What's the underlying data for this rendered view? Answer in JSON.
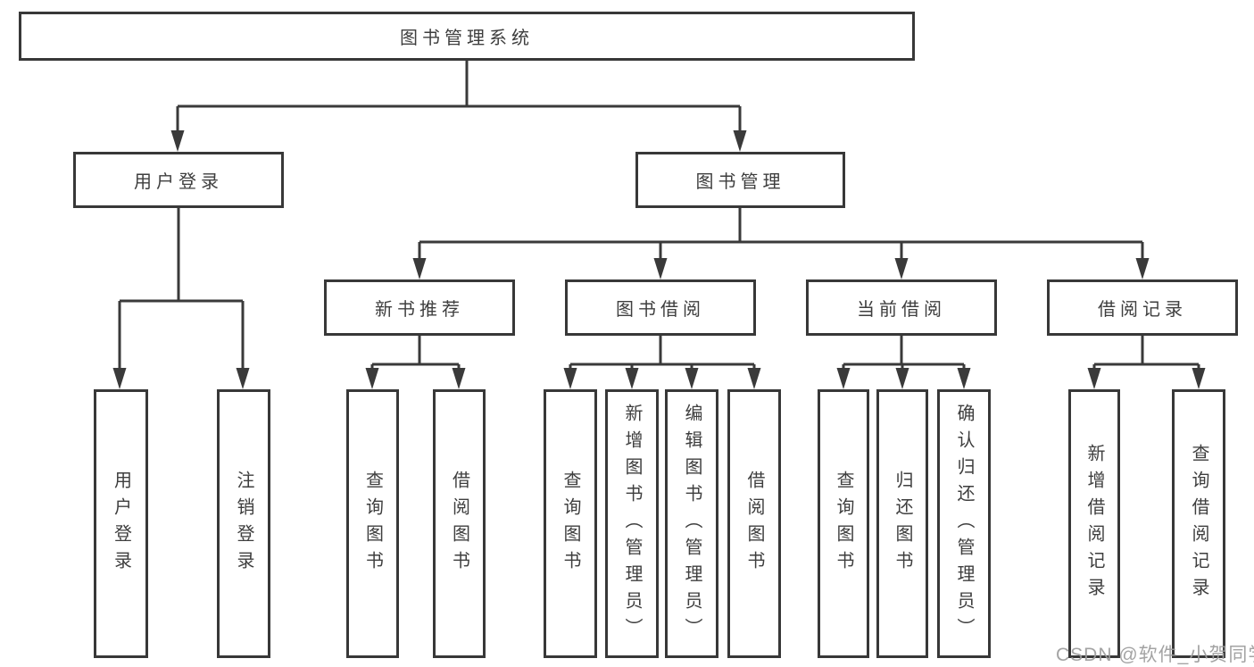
{
  "diagram": {
    "title": "图书管理系统",
    "colors": {
      "line": "#3a3a3a",
      "box_border": "#383838",
      "text": "#3e3e3e",
      "background": "#ffffff",
      "watermark": "#9c9c9c"
    },
    "watermark": {
      "text": "CSDN @软件_小贺同学"
    },
    "nodes": {
      "root": {
        "label": "图书管理系统"
      },
      "user_login": {
        "label": "用户登录"
      },
      "book_manage": {
        "label": "图书管理"
      },
      "new_book_rec": {
        "label": "新书推荐"
      },
      "book_borrow": {
        "label": "图书借阅"
      },
      "current_borrow": {
        "label": "当前借阅"
      },
      "borrow_records": {
        "label": "借阅记录"
      },
      "leaf_login": {
        "label": "用户登录"
      },
      "leaf_logout": {
        "label": "注销登录"
      },
      "leaf_rec_query": {
        "label": "查询图书"
      },
      "leaf_rec_borrow": {
        "label": "借阅图书"
      },
      "leaf_bb_query": {
        "label": "查询图书"
      },
      "leaf_bb_add": {
        "label": "新增图书（管理员）"
      },
      "leaf_bb_edit": {
        "label": "编辑图书（管理员）"
      },
      "leaf_bb_borrow": {
        "label": "借阅图书"
      },
      "leaf_cb_query": {
        "label": "查询图书"
      },
      "leaf_cb_return": {
        "label": "归还图书"
      },
      "leaf_cb_confirm": {
        "label": "确认归还（管理员）"
      },
      "leaf_br_add": {
        "label": "新增借阅记录"
      },
      "leaf_br_query": {
        "label": "查询借阅记录"
      }
    },
    "tree": {
      "root": {
        "user_login": [
          "leaf_login",
          "leaf_logout"
        ],
        "book_manage": {
          "new_book_rec": [
            "leaf_rec_query",
            "leaf_rec_borrow"
          ],
          "book_borrow": [
            "leaf_bb_query",
            "leaf_bb_add",
            "leaf_bb_edit",
            "leaf_bb_borrow"
          ],
          "current_borrow": [
            "leaf_cb_query",
            "leaf_cb_return",
            "leaf_cb_confirm"
          ],
          "borrow_records": [
            "leaf_br_add",
            "leaf_br_query"
          ]
        }
      }
    }
  }
}
